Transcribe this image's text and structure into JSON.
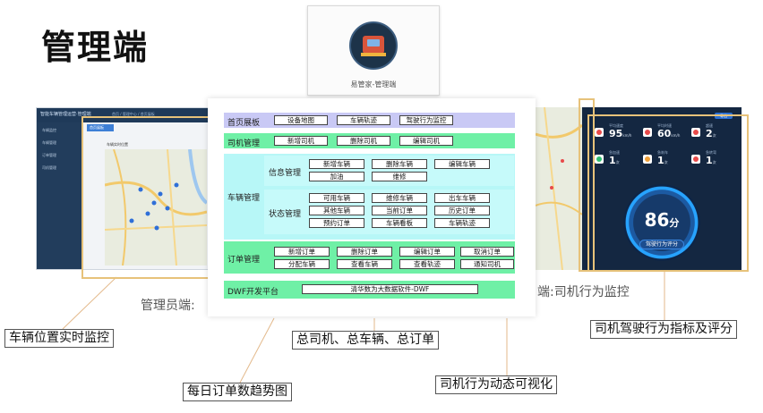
{
  "page_title": "管理端",
  "app_card": {
    "name": "易管家-管理端",
    "icon": "truck-app-icon"
  },
  "admin_screenshot": {
    "brand": "智能车辆管理运营·管理端",
    "breadcrumbs": "首页 / 管理中心 / 首页展板",
    "side_items": [
      "车辆监控",
      "车辆管理",
      "订单管理",
      "司机管理"
    ],
    "tab": "首页展板",
    "panel_title": "车辆实时位置"
  },
  "driver_screenshot": {
    "button": "导出",
    "stats": [
      {
        "label": "平均速度",
        "value": "95",
        "unit": "km/h",
        "color": "#e84a4a"
      },
      {
        "label": "平均时速",
        "value": "60",
        "unit": "km/h",
        "color": "#e84a4a"
      },
      {
        "label": "超速",
        "value": "2",
        "unit": "次",
        "color": "#e84a4a"
      },
      {
        "label": "急加速",
        "value": "1",
        "unit": "次",
        "color": "#2fbf71"
      },
      {
        "label": "急刹车",
        "value": "1",
        "unit": "次",
        "color": "#f0a13a"
      },
      {
        "label": "急转弯",
        "value": "1",
        "unit": "次",
        "color": "#e84a4a"
      }
    ],
    "score": "86",
    "score_unit": "分",
    "score_label": "驾驶行为评分"
  },
  "modules": {
    "home": {
      "label": "首页展板",
      "buttons": [
        "设备地图",
        "车辆轨迹",
        "驾驶行为监控"
      ]
    },
    "driver": {
      "label": "司机管理",
      "buttons": [
        "新增司机",
        "删除司机",
        "编辑司机"
      ]
    },
    "vehicle": {
      "label": "车辆管理",
      "info": {
        "label": "信息管理",
        "buttons": [
          "新增车辆",
          "删除车辆",
          "编辑车辆",
          "加油",
          "维修"
        ]
      },
      "status": {
        "label": "状态管理",
        "buttons": [
          "可用车辆",
          "维修车辆",
          "出车车辆",
          "其他车辆",
          "当前订单",
          "历史订单",
          "预约订单",
          "车辆看板",
          "车辆轨迹"
        ]
      }
    },
    "order": {
      "label": "订单管理",
      "buttons": [
        "新增订单",
        "删除订单",
        "编辑订单",
        "取消订单",
        "分配车辆",
        "查看车辆",
        "查看轨迹",
        "通知司机"
      ]
    },
    "dwf": {
      "label": "DWF开发平台",
      "box": "清华数为大数据软件-DWF"
    }
  },
  "captions": {
    "admin": "管理员端:",
    "driver": "端:司机行为监控"
  },
  "callouts": {
    "vehicle_monitor": "车辆位置实时监控",
    "daily_orders": "每日订单数趋势图",
    "totals": "总司机、总车辆、总订单",
    "behavior_viz": "司机行为动态可视化",
    "behavior_score": "司机驾驶行为指标及评分"
  }
}
